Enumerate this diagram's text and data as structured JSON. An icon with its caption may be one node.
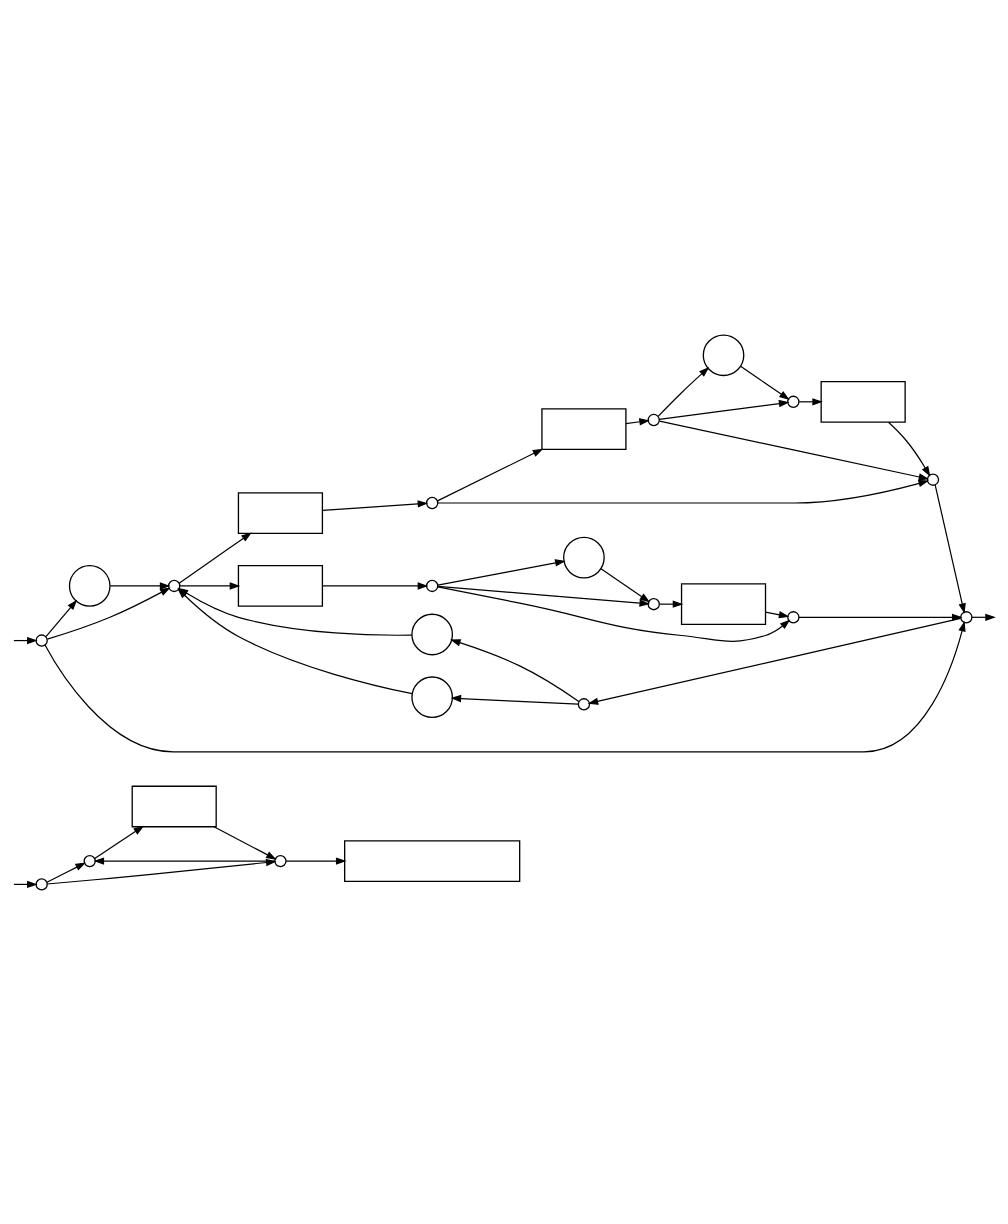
{
  "diagram": {
    "nodes": [
      {
        "text": [],
        "shape": "circle"
      },
      {
        "text": [],
        "shape": "circle"
      },
      {
        "text": [],
        "shape": "circle"
      },
      {
        "text": [],
        "shape": "circle"
      },
      {
        "text": [],
        "shape": "circle"
      },
      {
        "text": [],
        "shape": "circle"
      },
      {
        "text": [],
        "shape": "box"
      },
      {
        "text": [],
        "shape": "box"
      },
      {
        "text": [],
        "shape": "circle"
      },
      {
        "text": [],
        "shape": "box"
      },
      {
        "text": [],
        "shape": "circle"
      },
      {
        "text": [],
        "shape": "circle"
      },
      {
        "text": [],
        "shape": "circle"
      },
      {
        "text": [],
        "shape": "box"
      },
      {
        "text": [],
        "shape": "circle"
      },
      {
        "text": [],
        "shape": "circle"
      },
      {
        "text": [],
        "shape": "circle"
      },
      {
        "text": [],
        "shape": "circle"
      },
      {
        "text": [],
        "shape": "circle"
      },
      {
        "text": [],
        "shape": "box"
      },
      {
        "text": [],
        "shape": "circle"
      },
      {
        "text": [],
        "shape": "circle"
      },
      {
        "text": [],
        "shape": "circle"
      },
      {
        "text": [],
        "shape": "box"
      },
      {
        "text": [],
        "shape": "circle"
      },
      {
        "text": [],
        "shape": "box"
      }
    ],
    "edges": [
      {
        "from": null,
        "to": 0,
        "arrow": "to"
      },
      {
        "from": 0,
        "to": 1,
        "arrow": "to"
      },
      {
        "from": 1,
        "to": 2,
        "arrow": "to"
      },
      {
        "from": 0,
        "to": 2,
        "arrow": "to"
      },
      {
        "from": 5,
        "to": 3,
        "arrow": "to"
      },
      {
        "from": 5,
        "to": 4,
        "arrow": "to"
      },
      {
        "from": 3,
        "to": 2,
        "arrow": "to"
      },
      {
        "from": 4,
        "to": 2,
        "arrow": "to"
      },
      {
        "from": 15,
        "to": 5,
        "arrow": "to"
      },
      {
        "from": 2,
        "to": 6,
        "arrow": "to"
      },
      {
        "from": 2,
        "to": 7,
        "arrow": "to"
      },
      {
        "from": 6,
        "to": 8,
        "arrow": "to"
      },
      {
        "from": 8,
        "to": 9,
        "arrow": "to"
      },
      {
        "from": 9,
        "to": 10,
        "arrow": "to"
      },
      {
        "from": 10,
        "to": 11,
        "arrow": "to"
      },
      {
        "from": 11,
        "to": 12,
        "arrow": "to"
      },
      {
        "from": 10,
        "to": 12,
        "arrow": "to"
      },
      {
        "from": 12,
        "to": 13,
        "arrow": "to"
      },
      {
        "from": 13,
        "to": 14,
        "arrow": "to"
      },
      {
        "from": 8,
        "to": 14,
        "arrow": "to"
      },
      {
        "from": 10,
        "to": 14,
        "arrow": "to"
      },
      {
        "from": 14,
        "to": 15,
        "arrow": "to"
      },
      {
        "from": 7,
        "to": 16,
        "arrow": "to"
      },
      {
        "from": 16,
        "to": 17,
        "arrow": "to"
      },
      {
        "from": 17,
        "to": 18,
        "arrow": "to"
      },
      {
        "from": 16,
        "to": 18,
        "arrow": "to"
      },
      {
        "from": 18,
        "to": 19,
        "arrow": "to"
      },
      {
        "from": 19,
        "to": 20,
        "arrow": "to"
      },
      {
        "from": 16,
        "to": 20,
        "arrow": "to"
      },
      {
        "from": 20,
        "to": 15,
        "arrow": "to"
      },
      {
        "from": 0,
        "to": 15,
        "arrow": "to"
      },
      {
        "from": 15,
        "to": null,
        "arrow": "to"
      },
      {
        "from": null,
        "to": 21,
        "arrow": "to"
      },
      {
        "from": 21,
        "to": 22,
        "arrow": "to"
      },
      {
        "from": 22,
        "to": 23,
        "arrow": "to"
      },
      {
        "from": 23,
        "to": 24,
        "arrow": "to"
      },
      {
        "from": 24,
        "to": 22,
        "arrow": "to"
      },
      {
        "from": 21,
        "to": 24,
        "arrow": "to"
      },
      {
        "from": 24,
        "to": 25,
        "arrow": "to"
      }
    ]
  }
}
